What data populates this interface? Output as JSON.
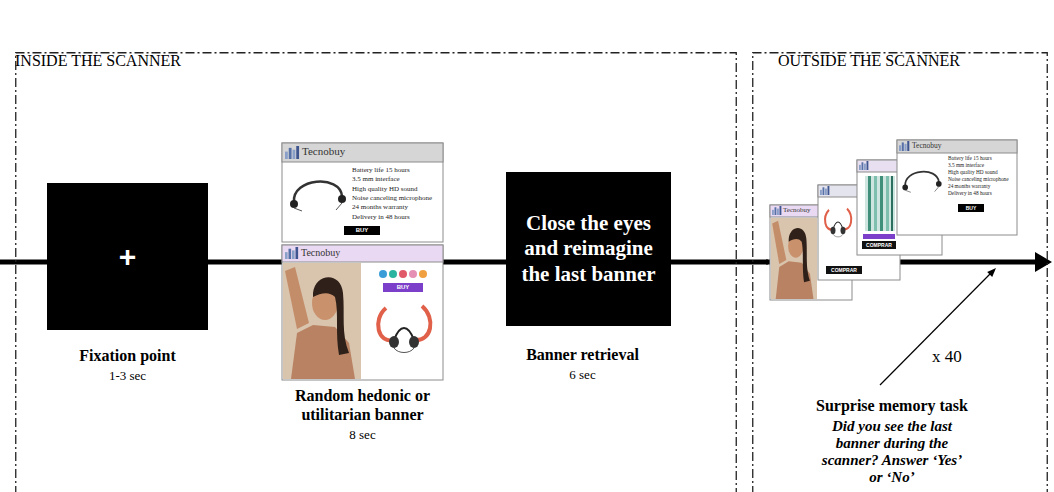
{
  "diagram": {
    "nodes": [
      {
        "text": [
          "INSIDE THE SCANNER"
        ]
      },
      {
        "text": [
          "+",
          "Fixation point",
          "1-3 sec"
        ],
        "in": 0
      },
      {
        "text": [
          "Random hedonic or utilitarian banner",
          "8 sec"
        ],
        "in": 0
      },
      {
        "text": [
          "Close the eyes and reimagine the last banner",
          "Banner retrieval",
          "6 sec"
        ],
        "in": 0
      },
      {
        "text": [
          "OUTSIDE THE SCANNER"
        ]
      },
      {
        "text": [
          "Surprise memory task",
          "Did you see the last banner during the scanner? Answer ‘Yes’ or ‘No’"
        ],
        "in": 4
      }
    ],
    "edges": [
      {
        "from": 1,
        "to": 2,
        "arrow": "none"
      },
      {
        "from": 2,
        "to": 3,
        "arrow": "none"
      },
      {
        "from": 3,
        "to": 5,
        "arrow": "none"
      }
    ],
    "labels": [
      "Tecnobuy",
      "Battery life 15 hours",
      "3.5 mm interface",
      "High quality HD sound",
      "Noise canceling microphone",
      "24 months warranty",
      "Delivery in 48 hours",
      "BUY",
      "Tecnobuy",
      "BUY",
      "Tecnobuy",
      "COMPRAR",
      "COMPRAR",
      "Tecnobuy",
      "Battery life 15 hours",
      "3.5 mm interface",
      "High quality HD sound",
      "Noise canceling microphone",
      "24 months warranty",
      "Delivery in 48 hours",
      "BUY",
      "x 40"
    ]
  }
}
